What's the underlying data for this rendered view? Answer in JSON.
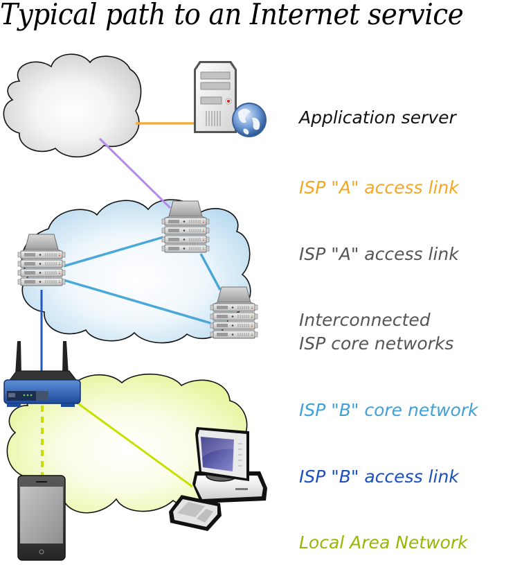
{
  "title": "Typical path to an Internet service",
  "labels": [
    {
      "id": "app-server",
      "text": "Application server",
      "color": "#111111"
    },
    {
      "id": "isp-a-access-orange",
      "text": "ISP \"A\" access link",
      "color": "#f5a623"
    },
    {
      "id": "isp-a-access-gray",
      "text": "ISP \"A\" access link",
      "color": "#555555"
    },
    {
      "id": "interconnected-line1",
      "text": "Interconnected",
      "color": "#555555"
    },
    {
      "id": "interconnected-line2",
      "text": "ISP core networks",
      "color": "#555555"
    },
    {
      "id": "isp-b-core",
      "text": "ISP \"B\" core network",
      "color": "#3fa0d8"
    },
    {
      "id": "isp-b-access",
      "text": "ISP \"B\" access link",
      "color": "#1a4fc0"
    },
    {
      "id": "lan",
      "text": "Local Area Network",
      "color": "#96b800"
    }
  ],
  "colors": {
    "orange_link": "#f3ad3c",
    "purple_link": "#b48ae8",
    "core_link": "#4aa8d8",
    "access_link_b": "#2156c0",
    "lan_link": "#c8e000",
    "gray_cloud": "#d8d8d8",
    "blue_cloud": "#c9e3f3",
    "yellow_cloud": "#eef7a8"
  },
  "nodes": [
    {
      "id": "internet-cloud",
      "kind": "cloud"
    },
    {
      "id": "application-server",
      "kind": "web-server"
    },
    {
      "id": "isp-core-server-1",
      "kind": "rack-server"
    },
    {
      "id": "isp-core-server-2",
      "kind": "rack-server"
    },
    {
      "id": "isp-core-server-3",
      "kind": "rack-server"
    },
    {
      "id": "wifi-router",
      "kind": "router"
    },
    {
      "id": "smartphone",
      "kind": "phone"
    },
    {
      "id": "desktop-computer",
      "kind": "computer"
    }
  ]
}
